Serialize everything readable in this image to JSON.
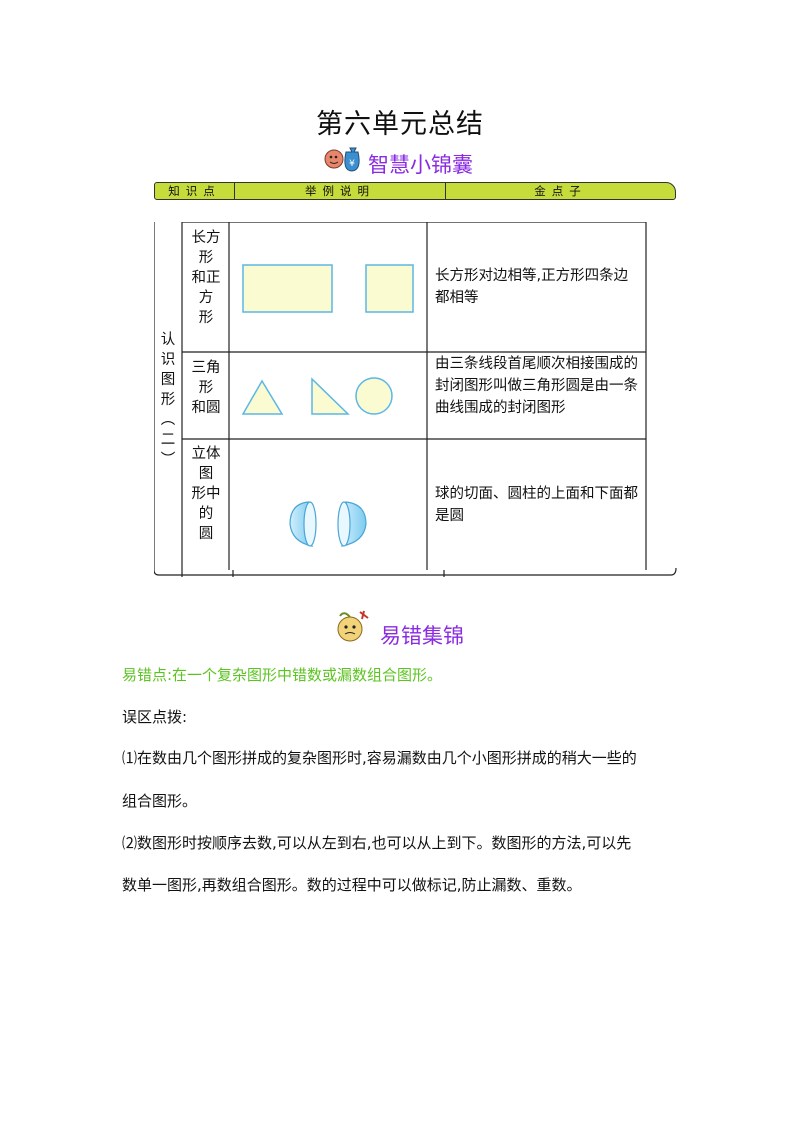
{
  "title": "第六单元总结",
  "section1": {
    "heading": "智慧小锦囊"
  },
  "table": {
    "headers": [
      "知识点",
      "举例说明",
      "金点子"
    ],
    "topic": [
      "认",
      "识",
      "图",
      "形",
      "︵",
      "二",
      "︶"
    ],
    "rows": [
      {
        "sub": [
          "长方",
          "形",
          "和正",
          "方",
          "形"
        ],
        "note": "长方形对边相等,正方形四条边都相等"
      },
      {
        "sub": [
          "三角",
          "形",
          "和圆"
        ],
        "note": "由三条线段首尾顺次相接围成的封闭图形叫做三角形圆是由一条曲线围成的封闭图形"
      },
      {
        "sub": [
          "立体",
          "图",
          "形中",
          "的",
          "圆"
        ],
        "note": "球的切面、圆柱的上面和下面都是圆"
      }
    ]
  },
  "section2": {
    "heading": "易错集锦"
  },
  "body": {
    "error_point": "易错点:在一个复杂图形中错数或漏数组合图形。",
    "region_label": "误区点拨:",
    "p1_line1": "⑴在数由几个图形拼成的复杂图形时,容易漏数由几个小图形拼成的稍大一些的",
    "p1_line2": "组合图形。",
    "p2_line1": "⑵数图形时按顺序去数,可以从左到右,也可以从上到下。数图形的方法,可以先",
    "p2_line2": "数单一图形,再数组合图形。数的过程中可以做标记,防止漏数、重数。"
  },
  "colors": {
    "accent": "#8a2be2",
    "header_bar": "#c5dc3a",
    "shape_fill": "#fbfbd2",
    "shape_stroke": "#5bb7e5",
    "green_text": "#5cc421"
  }
}
